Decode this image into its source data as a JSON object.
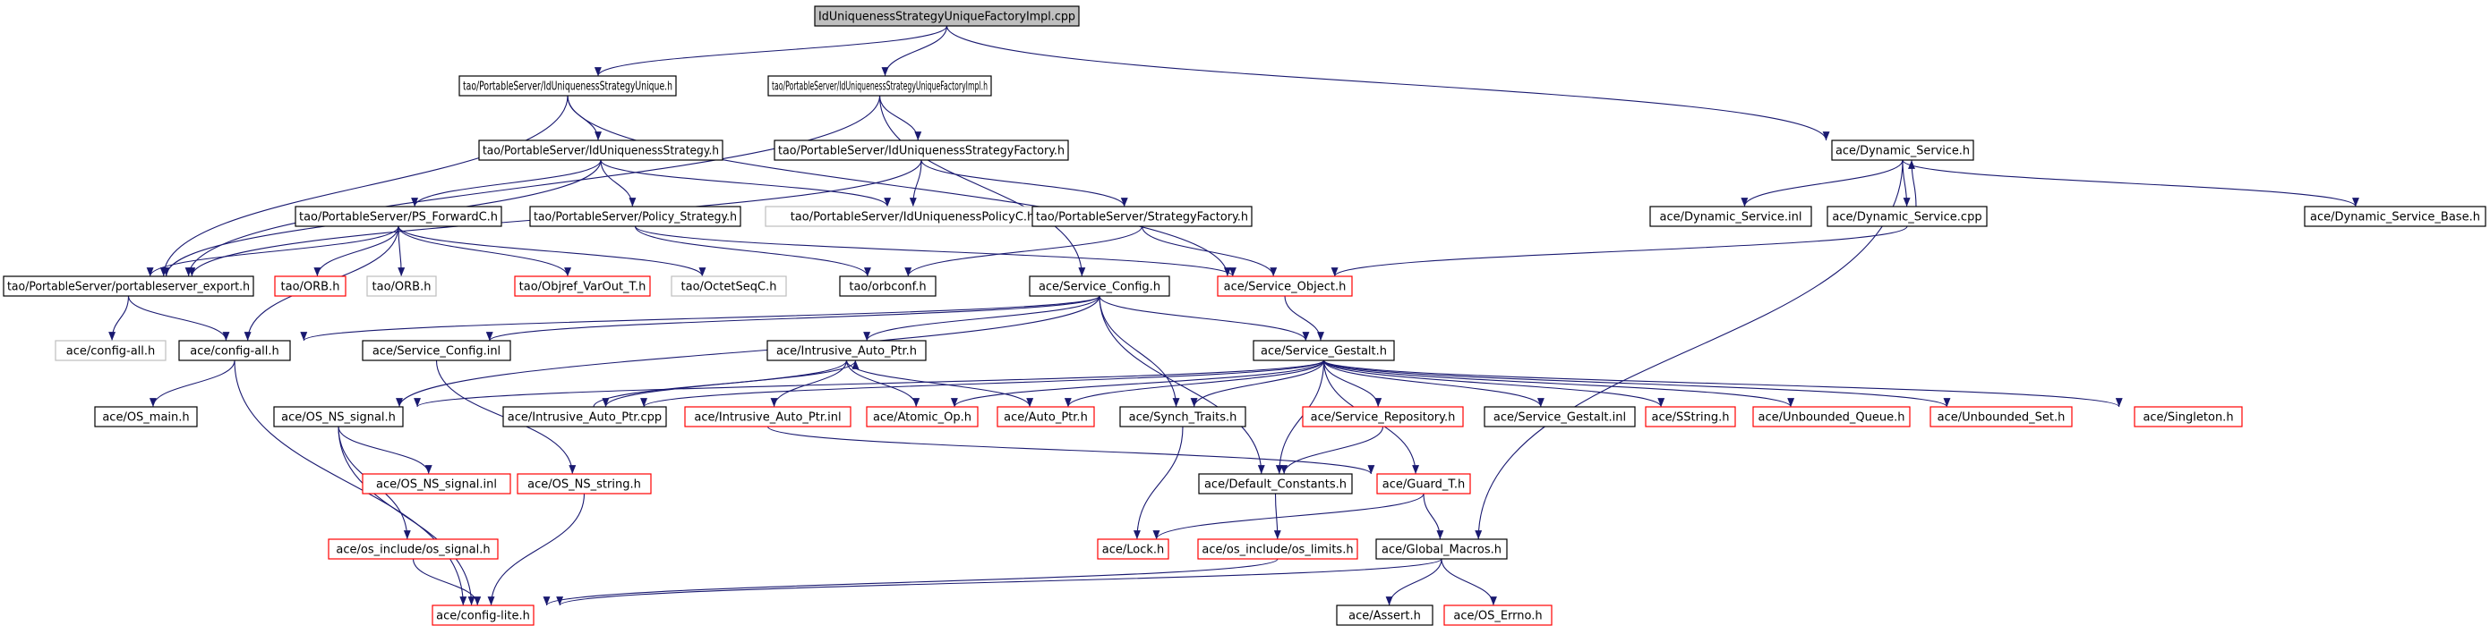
{
  "graph": {
    "colors": {
      "black": "#000000",
      "red": "#ff0000",
      "grey": "#bfbfbf",
      "root_fill": "#bfbfbf",
      "edge": "#191970"
    },
    "nodes": [
      {
        "id": "root",
        "label": "IdUniquenessStrategyUniqueFactoryImpl.cpp",
        "style": "root"
      },
      {
        "id": "unique_h",
        "label": "tao/PortableServer/IdUniquenessStrategyUnique.h",
        "style": "black"
      },
      {
        "id": "factimpl_h",
        "label": "tao/PortableServer/IdUniquenessStrategyUniqueFactoryImpl.h",
        "style": "black"
      },
      {
        "id": "strategy_h",
        "label": "tao/PortableServer/IdUniquenessStrategy.h",
        "style": "black"
      },
      {
        "id": "factory_h",
        "label": "tao/PortableServer/IdUniquenessStrategyFactory.h",
        "style": "black"
      },
      {
        "id": "dyn_h",
        "label": "ace/Dynamic_Service.h",
        "style": "black"
      },
      {
        "id": "psfwd",
        "label": "tao/PortableServer/PS_ForwardC.h",
        "style": "black"
      },
      {
        "id": "policy_h",
        "label": "tao/PortableServer/Policy_Strategy.h",
        "style": "black"
      },
      {
        "id": "policyc",
        "label": "tao/PortableServer/IdUniquenessPolicyC.h",
        "style": "grey"
      },
      {
        "id": "stratfact",
        "label": "tao/PortableServer/StrategyFactory.h",
        "style": "black"
      },
      {
        "id": "dyn_inl",
        "label": "ace/Dynamic_Service.inl",
        "style": "black"
      },
      {
        "id": "dyn_cpp",
        "label": "ace/Dynamic_Service.cpp",
        "style": "black"
      },
      {
        "id": "dyn_base",
        "label": "ace/Dynamic_Service_Base.h",
        "style": "black"
      },
      {
        "id": "psexport",
        "label": "tao/PortableServer/portableserver_export.h",
        "style": "black"
      },
      {
        "id": "orb_red",
        "label": "tao/ORB.h",
        "style": "red"
      },
      {
        "id": "orb_grey",
        "label": "tao/ORB.h",
        "style": "grey"
      },
      {
        "id": "objref",
        "label": "tao/Objref_VarOut_T.h",
        "style": "red"
      },
      {
        "id": "octet",
        "label": "tao/OctetSeqC.h",
        "style": "grey"
      },
      {
        "id": "orbconf",
        "label": "tao/orbconf.h",
        "style": "black"
      },
      {
        "id": "svccfg",
        "label": "ace/Service_Config.h",
        "style": "black"
      },
      {
        "id": "svcobj",
        "label": "ace/Service_Object.h",
        "style": "red"
      },
      {
        "id": "cfgall_grey",
        "label": "ace/config-all.h",
        "style": "grey"
      },
      {
        "id": "cfgall",
        "label": "ace/config-all.h",
        "style": "black"
      },
      {
        "id": "svccfg_inl",
        "label": "ace/Service_Config.inl",
        "style": "black"
      },
      {
        "id": "intr_h",
        "label": "ace/Intrusive_Auto_Ptr.h",
        "style": "black"
      },
      {
        "id": "gestalt",
        "label": "ace/Service_Gestalt.h",
        "style": "black"
      },
      {
        "id": "osmain",
        "label": "ace/OS_main.h",
        "style": "black"
      },
      {
        "id": "nssig",
        "label": "ace/OS_NS_signal.h",
        "style": "black"
      },
      {
        "id": "intr_cpp",
        "label": "ace/Intrusive_Auto_Ptr.cpp",
        "style": "black"
      },
      {
        "id": "intr_inl",
        "label": "ace/Intrusive_Auto_Ptr.inl",
        "style": "red"
      },
      {
        "id": "atomic",
        "label": "ace/Atomic_Op.h",
        "style": "red"
      },
      {
        "id": "autoptr",
        "label": "ace/Auto_Ptr.h",
        "style": "red"
      },
      {
        "id": "synch",
        "label": "ace/Synch_Traits.h",
        "style": "black"
      },
      {
        "id": "repo",
        "label": "ace/Service_Repository.h",
        "style": "red"
      },
      {
        "id": "gestalt_inl",
        "label": "ace/Service_Gestalt.inl",
        "style": "black"
      },
      {
        "id": "sstring",
        "label": "ace/SString.h",
        "style": "red"
      },
      {
        "id": "ubq",
        "label": "ace/Unbounded_Queue.h",
        "style": "red"
      },
      {
        "id": "ubs",
        "label": "ace/Unbounded_Set.h",
        "style": "red"
      },
      {
        "id": "singleton",
        "label": "ace/Singleton.h",
        "style": "red"
      },
      {
        "id": "nssig_inl",
        "label": "ace/OS_NS_signal.inl",
        "style": "red"
      },
      {
        "id": "nsstring",
        "label": "ace/OS_NS_string.h",
        "style": "red"
      },
      {
        "id": "defconst",
        "label": "ace/Default_Constants.h",
        "style": "black"
      },
      {
        "id": "guard",
        "label": "ace/Guard_T.h",
        "style": "red"
      },
      {
        "id": "ossig",
        "label": "ace/os_include/os_signal.h",
        "style": "red"
      },
      {
        "id": "lock",
        "label": "ace/Lock.h",
        "style": "red"
      },
      {
        "id": "oslimits",
        "label": "ace/os_include/os_limits.h",
        "style": "red"
      },
      {
        "id": "globmac",
        "label": "ace/Global_Macros.h",
        "style": "black"
      },
      {
        "id": "cfglite",
        "label": "ace/config-lite.h",
        "style": "red"
      },
      {
        "id": "assert",
        "label": "ace/Assert.h",
        "style": "black"
      },
      {
        "id": "errno",
        "label": "ace/OS_Errno.h",
        "style": "red"
      }
    ],
    "edges": [
      [
        "root",
        "unique_h"
      ],
      [
        "root",
        "factimpl_h"
      ],
      [
        "root",
        "dyn_h"
      ],
      [
        "unique_h",
        "strategy_h"
      ],
      [
        "unique_h",
        "psexport"
      ],
      [
        "unique_h",
        "svcobj"
      ],
      [
        "factimpl_h",
        "factory_h"
      ],
      [
        "factimpl_h",
        "psexport"
      ],
      [
        "factimpl_h",
        "svccfg"
      ],
      [
        "strategy_h",
        "psfwd"
      ],
      [
        "strategy_h",
        "policy_h"
      ],
      [
        "strategy_h",
        "policyc"
      ],
      [
        "strategy_h",
        "psexport"
      ],
      [
        "factory_h",
        "stratfact"
      ],
      [
        "factory_h",
        "policyc"
      ],
      [
        "factory_h",
        "psexport"
      ],
      [
        "dyn_h",
        "dyn_inl"
      ],
      [
        "dyn_h",
        "dyn_cpp"
      ],
      [
        "dyn_h",
        "dyn_base"
      ],
      [
        "dyn_h",
        "globmac"
      ],
      [
        "dyn_cpp",
        "dyn_h"
      ],
      [
        "dyn_cpp",
        "svcobj"
      ],
      [
        "psfwd",
        "psexport"
      ],
      [
        "psfwd",
        "orb_red"
      ],
      [
        "psfwd",
        "orb_grey"
      ],
      [
        "psfwd",
        "objref"
      ],
      [
        "psfwd",
        "octet"
      ],
      [
        "psfwd",
        "cfgall"
      ],
      [
        "policy_h",
        "orbconf"
      ],
      [
        "policy_h",
        "svcobj"
      ],
      [
        "stratfact",
        "orbconf"
      ],
      [
        "stratfact",
        "svcobj"
      ],
      [
        "svcobj",
        "gestalt"
      ],
      [
        "psexport",
        "cfgall_grey"
      ],
      [
        "psexport",
        "cfgall"
      ],
      [
        "svccfg",
        "cfgall"
      ],
      [
        "svccfg",
        "svccfg_inl"
      ],
      [
        "svccfg",
        "intr_h"
      ],
      [
        "svccfg",
        "gestalt"
      ],
      [
        "svccfg",
        "synch"
      ],
      [
        "svccfg",
        "nssig"
      ],
      [
        "svccfg",
        "defconst"
      ],
      [
        "cfgall",
        "osmain"
      ],
      [
        "cfgall",
        "cfglite"
      ],
      [
        "svccfg_inl",
        "nsstring"
      ],
      [
        "intr_h",
        "intr_cpp"
      ],
      [
        "intr_h",
        "intr_inl"
      ],
      [
        "intr_h",
        "atomic"
      ],
      [
        "intr_h",
        "autoptr"
      ],
      [
        "intr_cpp",
        "intr_h"
      ],
      [
        "gestalt",
        "intr_cpp"
      ],
      [
        "gestalt",
        "nssig"
      ],
      [
        "gestalt",
        "atomic"
      ],
      [
        "gestalt",
        "autoptr"
      ],
      [
        "gestalt",
        "synch"
      ],
      [
        "gestalt",
        "repo"
      ],
      [
        "gestalt",
        "gestalt_inl"
      ],
      [
        "gestalt",
        "sstring"
      ],
      [
        "gestalt",
        "ubq"
      ],
      [
        "gestalt",
        "ubs"
      ],
      [
        "gestalt",
        "singleton"
      ],
      [
        "gestalt",
        "defconst"
      ],
      [
        "gestalt",
        "guard"
      ],
      [
        "nssig",
        "nssig_inl"
      ],
      [
        "nssig",
        "ossig"
      ],
      [
        "nssig",
        "cfglite"
      ],
      [
        "nsstring",
        "cfglite"
      ],
      [
        "intr_inl",
        "guard"
      ],
      [
        "synch",
        "lock"
      ],
      [
        "repo",
        "defconst"
      ],
      [
        "defconst",
        "oslimits"
      ],
      [
        "guard",
        "lock"
      ],
      [
        "guard",
        "globmac"
      ],
      [
        "ossig",
        "cfglite"
      ],
      [
        "oslimits",
        "cfglite"
      ],
      [
        "globmac",
        "assert"
      ],
      [
        "globmac",
        "errno"
      ],
      [
        "globmac",
        "cfglite"
      ]
    ]
  }
}
